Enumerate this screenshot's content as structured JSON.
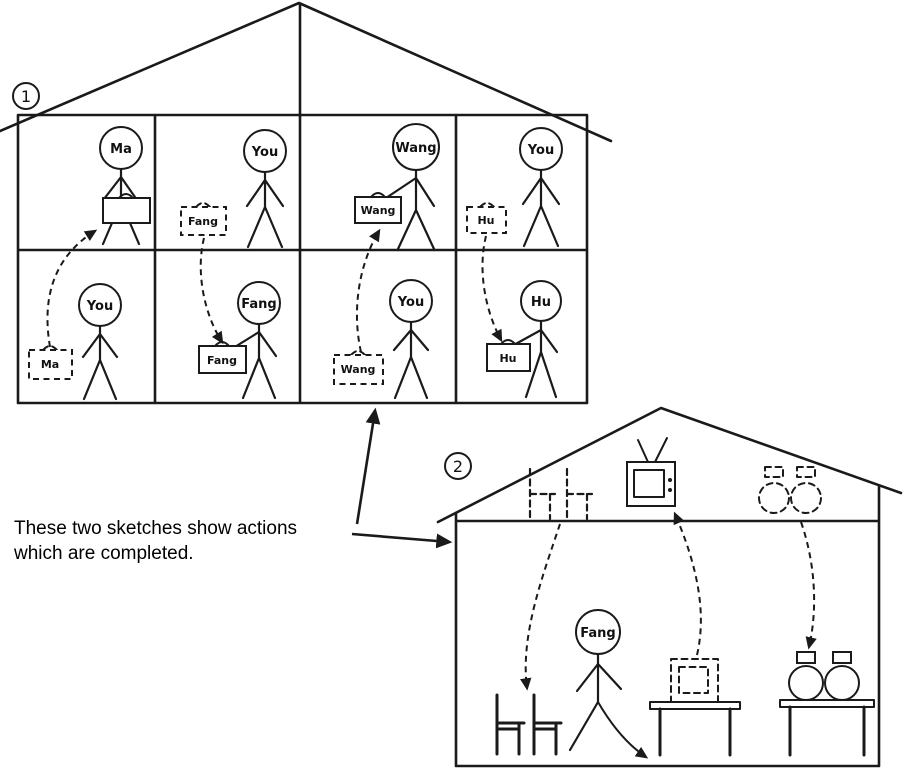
{
  "ink_color": "#1a1a1a",
  "background_color": "#ffffff",
  "caption": {
    "line1": "These two sketches show actions",
    "line2": "which are completed."
  },
  "sketch1": {
    "number": "1",
    "persons": {
      "top_left": "Ma",
      "top_mid_left": "You",
      "top_mid_right": "Wang",
      "top_right": "You",
      "bottom_left": "You",
      "bottom_mid_left": "Fang",
      "bottom_mid_right": "You",
      "bottom_right": "Hu"
    },
    "boxes": {
      "top_left_solid": "",
      "top_mid_left_dashed": "Fang",
      "top_mid_right_solid": "Wang",
      "top_right_dashed": "Hu",
      "bottom_left_dashed": "Ma",
      "bottom_mid_left_solid": "Fang",
      "bottom_mid_right_dashed": "Wang",
      "bottom_right_solid": "Hu"
    }
  },
  "sketch2": {
    "number": "2",
    "person": "Fang",
    "attic_items": [
      "dashed-chairs",
      "tv-set",
      "dashed-vases"
    ],
    "floor_items": [
      "chairs",
      "table-with-tv",
      "table-with-vases"
    ]
  }
}
